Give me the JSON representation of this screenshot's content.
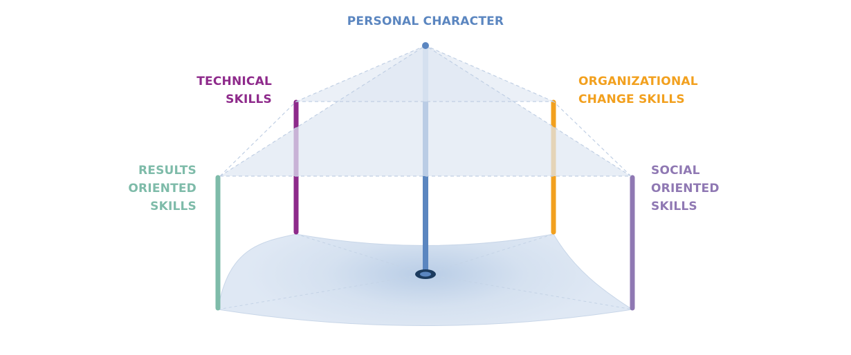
{
  "diagram": {
    "labels": {
      "personal_character": {
        "lines": [
          "PERSONAL CHARACTER"
        ],
        "color": "#5b86c0"
      },
      "technical_skills": {
        "lines": [
          "TECHNICAL",
          "SKILLS"
        ],
        "color": "#8e2a8b"
      },
      "organizational_change_skills": {
        "lines": [
          "ORGANIZATIONAL",
          "CHANGE SKILLS"
        ],
        "color": "#f2a01e"
      },
      "results_oriented_skills": {
        "lines": [
          "RESULTS",
          "ORIENTED",
          "SKILLS"
        ],
        "color": "#7ebba9"
      },
      "social_oriented_skills": {
        "lines": [
          "SOCIAL",
          "ORIENTED",
          "SKILLS"
        ],
        "color": "#8f78b3"
      }
    },
    "colors": {
      "base_fill": "#d9e4f2",
      "pyramid_fill": "#dde6f2",
      "edge": "#c5d3e6",
      "center_ring": "#1c3b5e"
    }
  }
}
